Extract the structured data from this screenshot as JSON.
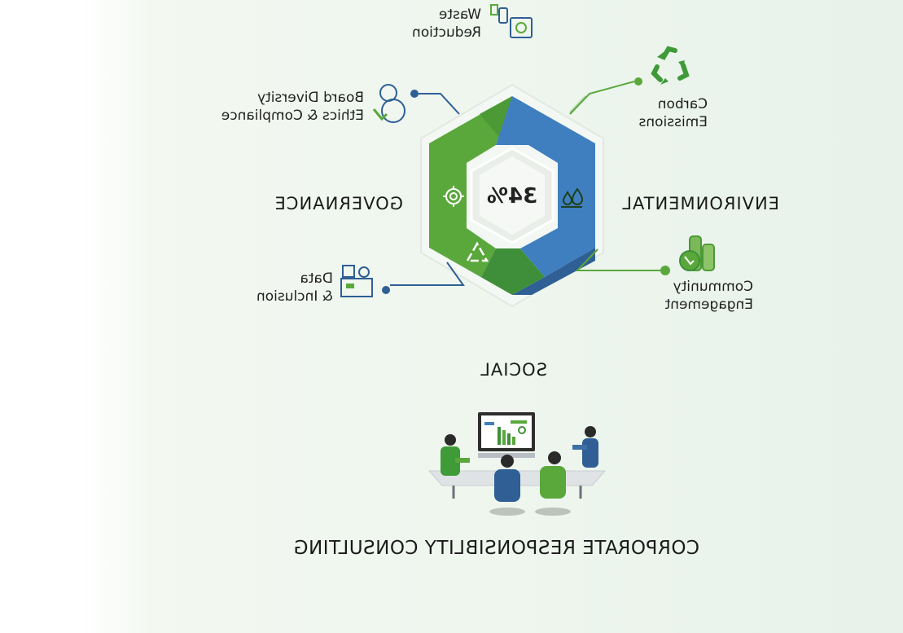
{
  "center": {
    "percent": "34%"
  },
  "sections": {
    "environmental": "ENVIRONMENTAL",
    "governance": "GOVERNANCE",
    "social": "SOCIAL"
  },
  "items": {
    "waste": {
      "line1": "Waste",
      "line2": "Reduction"
    },
    "carbon": {
      "line1": "Carbon",
      "line2": "Emissions"
    },
    "community": {
      "line1": "Community",
      "line2": "Engagement"
    },
    "board": {
      "line1": "Board Diversity",
      "line2": "Ethics & Compliance"
    },
    "data": {
      "line1": "Data",
      "line2": "& Inclusion"
    }
  },
  "footer": {
    "title": "CORPORATE RESPONSIBLITY CONSULTING"
  },
  "colors": {
    "green": "#5aa83c",
    "dark_green": "#3f8f3a",
    "blue": "#3f7fc0",
    "dark_blue": "#2f5f95"
  }
}
